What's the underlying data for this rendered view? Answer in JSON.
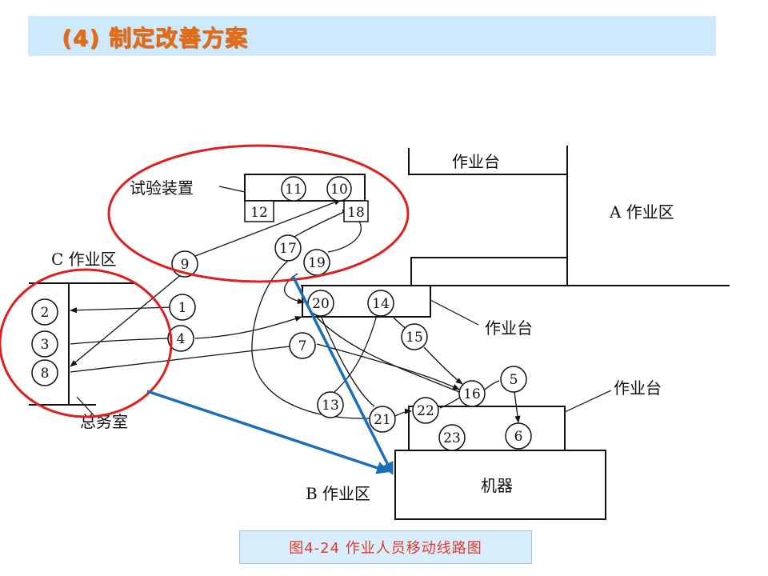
{
  "header": {
    "title": "(4) 制定改善方案"
  },
  "diagram": {
    "labels": {
      "test_device": "试验装置",
      "workbench_top": "作业台",
      "area_a": "A 作业区",
      "area_c": "C 作业区",
      "workbench_mid": "作业台",
      "workbench_right": "作业台",
      "general_office": "总务室",
      "area_b": "B 作业区",
      "machine": "机器"
    },
    "nodes": {
      "n1": "1",
      "n2": "2",
      "n3": "3",
      "n4": "4",
      "n5": "5",
      "n6": "6",
      "n7": "7",
      "n8": "8",
      "n9": "9",
      "n10": "10",
      "n11": "11",
      "n12": "12",
      "n13": "13",
      "n14": "14",
      "n15": "15",
      "n16": "16",
      "n17": "17",
      "n18": "18",
      "n19": "19",
      "n20": "20",
      "n21": "21",
      "n22": "22",
      "n23": "23"
    },
    "highlight_colors": {
      "red_circle": "#dd1f1f",
      "blue_arrow": "#1b6fb8"
    }
  },
  "caption": {
    "text": "图4-24 作业人员移动线路图"
  }
}
